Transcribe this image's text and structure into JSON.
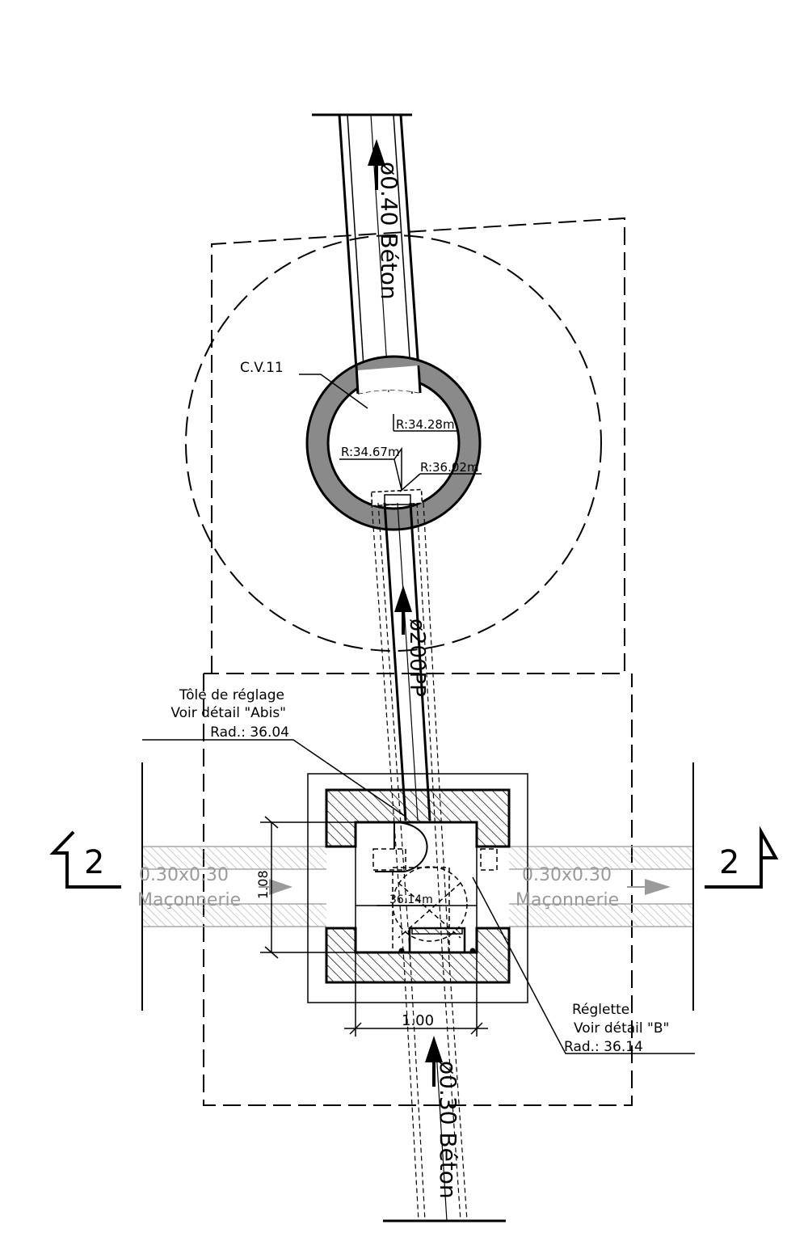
{
  "pipes": {
    "top_label": "ø0.40  Béton",
    "middle_label": "ø200PP",
    "bottom_label": "ø0.30  Béton"
  },
  "chamber": {
    "name": "C.V.11",
    "radius_1": "R:34.28m",
    "radius_2": "R:34.67m",
    "radius_3": "R:36.02m"
  },
  "plate": {
    "line1": "Tôle de réglage",
    "line2": "Voir détail \"Abis\"",
    "line3": "Rad.:  36.04"
  },
  "gauge": {
    "line1": "Réglette",
    "line2": "Voir détail \"B\"",
    "line3": "Rad.:  36.14"
  },
  "box": {
    "inner_level": "36.14m",
    "dim_height": "1.08",
    "dim_width": "1.00"
  },
  "channels": {
    "left_size": "0.30x0.30",
    "left_material": "Maçonnerie",
    "right_size": "0.30x0.30",
    "right_material": "Maçonnerie"
  },
  "section": {
    "left_mark": "2",
    "right_mark": "2"
  }
}
